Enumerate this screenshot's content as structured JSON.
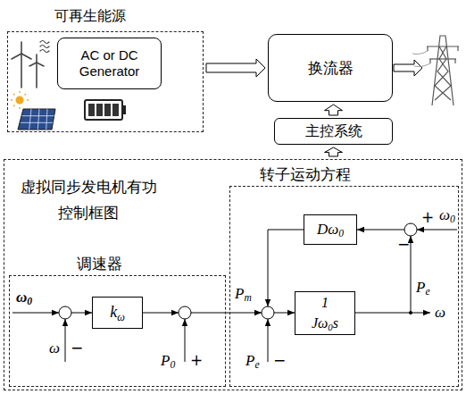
{
  "diagram": {
    "nodes": [
      {
        "text": [
          "可再生能源"
        ]
      },
      {
        "text": [
          "AC or DC Generator"
        ],
        "in": 0
      },
      {
        "text": [
          "换流器"
        ]
      },
      {
        "text": [
          "主控系统"
        ]
      },
      {
        "text": [
          "虚拟同步发电机有功 控制框图"
        ]
      },
      {
        "text": [
          "调速器"
        ],
        "in": 4
      },
      {
        "text": [
          "转子运动方程"
        ],
        "in": 4
      },
      {
        "text": [
          "kω"
        ],
        "in": 5
      },
      {
        "text": [
          "Dω0"
        ],
        "in": 6
      },
      {
        "text": [
          "1",
          "Jω0s"
        ],
        "in": 6
      }
    ],
    "edges": [
      {
        "from": 0,
        "to": 2,
        "arrow": "to"
      },
      {
        "from": 3,
        "to": 2,
        "arrow": "to"
      },
      {
        "from": 4,
        "to": 3,
        "arrow": "to"
      }
    ],
    "labels": [
      "ω0",
      "−",
      "ω",
      "P0",
      "+",
      "Pm",
      "Pe",
      "−",
      "Pe",
      "ω",
      "+",
      "ω0",
      "−"
    ]
  }
}
